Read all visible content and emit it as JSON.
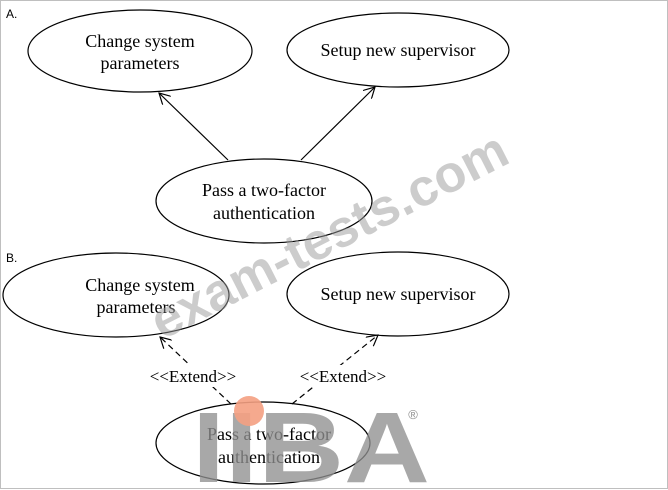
{
  "diagram": {
    "option_a": {
      "label": "A.",
      "use_case_change_line1": "Change system",
      "use_case_change_line2": "parameters",
      "use_case_setup": "Setup new supervisor",
      "use_case_auth_line1": "Pass a two-factor",
      "use_case_auth_line2": "authentication"
    },
    "option_b": {
      "label": "B.",
      "use_case_change_line1": "Change system",
      "use_case_change_line2": "parameters",
      "use_case_setup": "Setup new supervisor",
      "use_case_auth_line1": "Pass a two-factor",
      "use_case_auth_line2": "authentication",
      "stereotype_left": "<<Extend>>",
      "stereotype_right": "<<Extend>>"
    }
  },
  "watermark": {
    "site_text": "exam-tests.com",
    "logo_text": "IIBA",
    "registered_mark": "®",
    "logo_dot_color": "#f4a082"
  },
  "colors": {
    "stroke": "#000000",
    "watermark_gray": "#9a9a9a"
  }
}
